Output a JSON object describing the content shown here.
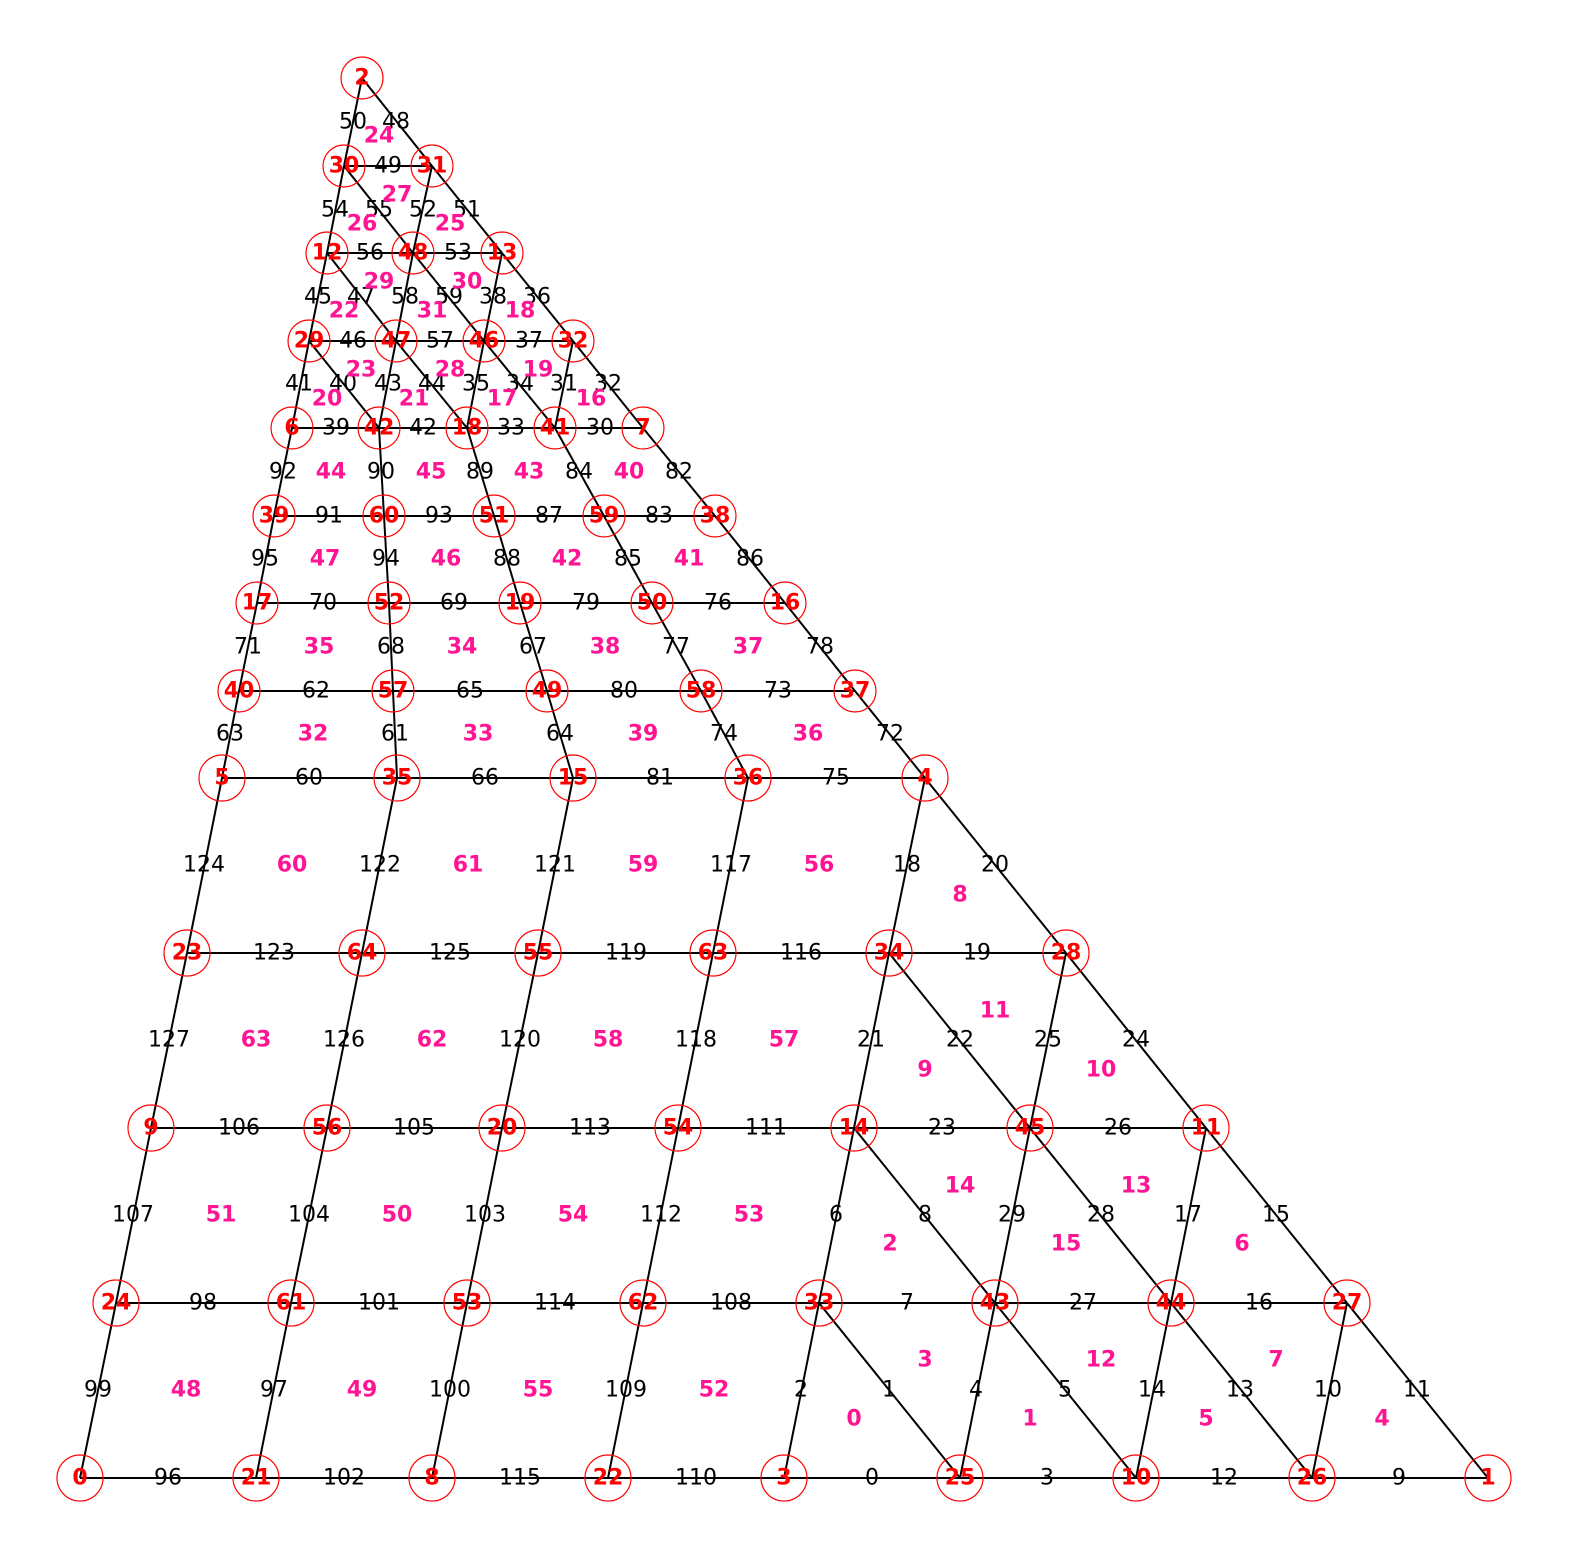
{
  "colors": {
    "background": "#ffffff",
    "edge": "#000000",
    "node": "#ff0000",
    "edge_label": "#000000",
    "cell_label": "#ff1493"
  },
  "nodes": [
    "0",
    "1",
    "2",
    "3",
    "4",
    "5",
    "6",
    "7",
    "8",
    "9",
    "10",
    "11",
    "12",
    "13",
    "14",
    "15",
    "16",
    "17",
    "18",
    "19",
    "20",
    "21",
    "22",
    "23",
    "24",
    "25",
    "26",
    "27",
    "28",
    "29",
    "30",
    "31",
    "32",
    "33",
    "34",
    "35",
    "36",
    "37",
    "38",
    "39",
    "40",
    "41",
    "42",
    "43",
    "44",
    "45",
    "46",
    "47",
    "48",
    "49",
    "50",
    "51",
    "52",
    "53",
    "54",
    "55",
    "56",
    "57",
    "58",
    "59",
    "60",
    "61",
    "62",
    "63",
    "64"
  ],
  "edges": [
    [
      "0",
      "21"
    ],
    [
      "21",
      "8"
    ],
    [
      "8",
      "22"
    ],
    [
      "22",
      "3"
    ],
    [
      "3",
      "25"
    ],
    [
      "25",
      "10"
    ],
    [
      "10",
      "26"
    ],
    [
      "26",
      "1"
    ],
    [
      "24",
      "61"
    ],
    [
      "61",
      "53"
    ],
    [
      "53",
      "62"
    ],
    [
      "62",
      "33"
    ],
    [
      "33",
      "43"
    ],
    [
      "43",
      "44"
    ],
    [
      "44",
      "27"
    ],
    [
      "9",
      "56"
    ],
    [
      "56",
      "20"
    ],
    [
      "20",
      "54"
    ],
    [
      "54",
      "14"
    ],
    [
      "14",
      "45"
    ],
    [
      "45",
      "11"
    ],
    [
      "23",
      "64"
    ],
    [
      "64",
      "55"
    ],
    [
      "55",
      "63"
    ],
    [
      "63",
      "34"
    ],
    [
      "34",
      "28"
    ],
    [
      "5",
      "35"
    ],
    [
      "35",
      "15"
    ],
    [
      "15",
      "36"
    ],
    [
      "36",
      "4"
    ],
    [
      "40",
      "57"
    ],
    [
      "57",
      "49"
    ],
    [
      "49",
      "58"
    ],
    [
      "58",
      "37"
    ],
    [
      "17",
      "52"
    ],
    [
      "52",
      "19"
    ],
    [
      "19",
      "50"
    ],
    [
      "50",
      "16"
    ],
    [
      "39",
      "60"
    ],
    [
      "60",
      "51"
    ],
    [
      "51",
      "59"
    ],
    [
      "59",
      "38"
    ],
    [
      "6",
      "42"
    ],
    [
      "42",
      "18"
    ],
    [
      "18",
      "41"
    ],
    [
      "41",
      "7"
    ],
    [
      "29",
      "47"
    ],
    [
      "47",
      "46"
    ],
    [
      "46",
      "32"
    ],
    [
      "12",
      "48"
    ],
    [
      "48",
      "13"
    ],
    [
      "30",
      "31"
    ],
    [
      "2",
      "30"
    ],
    [
      "30",
      "12"
    ],
    [
      "12",
      "29"
    ],
    [
      "29",
      "6"
    ],
    [
      "6",
      "39"
    ],
    [
      "39",
      "17"
    ],
    [
      "17",
      "40"
    ],
    [
      "40",
      "5"
    ],
    [
      "5",
      "23"
    ],
    [
      "23",
      "9"
    ],
    [
      "9",
      "24"
    ],
    [
      "24",
      "0"
    ],
    [
      "2",
      "31"
    ],
    [
      "31",
      "13"
    ],
    [
      "13",
      "32"
    ],
    [
      "32",
      "7"
    ],
    [
      "7",
      "38"
    ],
    [
      "38",
      "16"
    ],
    [
      "16",
      "37"
    ],
    [
      "37",
      "4"
    ],
    [
      "4",
      "28"
    ],
    [
      "28",
      "11"
    ],
    [
      "11",
      "27"
    ],
    [
      "27",
      "1"
    ],
    [
      "31",
      "48"
    ],
    [
      "48",
      "47"
    ],
    [
      "47",
      "42"
    ],
    [
      "42",
      "60"
    ],
    [
      "60",
      "52"
    ],
    [
      "52",
      "57"
    ],
    [
      "57",
      "35"
    ],
    [
      "35",
      "64"
    ],
    [
      "64",
      "56"
    ],
    [
      "56",
      "61"
    ],
    [
      "61",
      "21"
    ],
    [
      "13",
      "46"
    ],
    [
      "46",
      "18"
    ],
    [
      "18",
      "51"
    ],
    [
      "51",
      "19"
    ],
    [
      "19",
      "49"
    ],
    [
      "49",
      "15"
    ],
    [
      "15",
      "55"
    ],
    [
      "55",
      "20"
    ],
    [
      "20",
      "53"
    ],
    [
      "53",
      "8"
    ],
    [
      "32",
      "41"
    ],
    [
      "41",
      "59"
    ],
    [
      "59",
      "50"
    ],
    [
      "50",
      "58"
    ],
    [
      "58",
      "36"
    ],
    [
      "36",
      "63"
    ],
    [
      "63",
      "54"
    ],
    [
      "54",
      "62"
    ],
    [
      "62",
      "22"
    ],
    [
      "30",
      "48"
    ],
    [
      "48",
      "46"
    ],
    [
      "46",
      "41"
    ],
    [
      "12",
      "47"
    ],
    [
      "47",
      "18"
    ],
    [
      "29",
      "42"
    ],
    [
      "4",
      "34"
    ],
    [
      "34",
      "14"
    ],
    [
      "14",
      "33"
    ],
    [
      "33",
      "3"
    ],
    [
      "28",
      "45"
    ],
    [
      "45",
      "43"
    ],
    [
      "43",
      "25"
    ],
    [
      "11",
      "44"
    ],
    [
      "44",
      "10"
    ],
    [
      "27",
      "26"
    ],
    [
      "34",
      "45"
    ],
    [
      "45",
      "44"
    ],
    [
      "44",
      "26"
    ],
    [
      "14",
      "43"
    ],
    [
      "43",
      "10"
    ],
    [
      "33",
      "25"
    ]
  ],
  "edge_labels": [
    {
      "id": "a",
      "text": "0"
    },
    {
      "id": "b",
      "text": "1"
    },
    {
      "id": "c",
      "text": "2"
    },
    {
      "id": "d",
      "text": "3"
    },
    {
      "id": "e",
      "text": "4"
    },
    {
      "id": "f",
      "text": "5"
    },
    {
      "id": "g",
      "text": "6"
    },
    {
      "id": "h",
      "text": "7"
    },
    {
      "id": "i",
      "text": "8"
    },
    {
      "id": "j",
      "text": "9"
    },
    {
      "id": "k",
      "text": "10"
    },
    {
      "id": "l",
      "text": "11"
    },
    {
      "id": "m",
      "text": "12"
    },
    {
      "id": "n",
      "text": "13"
    },
    {
      "id": "o",
      "text": "14"
    },
    {
      "id": "p",
      "text": "15"
    },
    {
      "id": "q",
      "text": "16"
    },
    {
      "id": "r",
      "text": "17"
    },
    {
      "id": "s",
      "text": "18"
    },
    {
      "id": "t",
      "text": "19"
    },
    {
      "id": "u",
      "text": "20"
    },
    {
      "id": "v",
      "text": "21"
    },
    {
      "id": "w",
      "text": "22"
    },
    {
      "id": "x",
      "text": "23"
    },
    {
      "id": "y",
      "text": "24"
    },
    {
      "id": "z",
      "text": "25"
    },
    {
      "id": "aa",
      "text": "26"
    },
    {
      "id": "ab",
      "text": "27"
    },
    {
      "id": "ac",
      "text": "28"
    },
    {
      "id": "ad",
      "text": "29"
    },
    {
      "id": "ae",
      "text": "30"
    },
    {
      "id": "af",
      "text": "31"
    },
    {
      "id": "ag",
      "text": "32"
    },
    {
      "id": "ah",
      "text": "33"
    },
    {
      "id": "ai",
      "text": "34"
    },
    {
      "id": "aj",
      "text": "35"
    },
    {
      "id": "ak",
      "text": "36"
    },
    {
      "id": "al",
      "text": "37"
    },
    {
      "id": "am",
      "text": "38"
    },
    {
      "id": "an",
      "text": "39"
    },
    {
      "id": "ao",
      "text": "40"
    },
    {
      "id": "ap",
      "text": "41"
    },
    {
      "id": "aq",
      "text": "42"
    },
    {
      "id": "ar",
      "text": "43"
    },
    {
      "id": "as",
      "text": "44"
    },
    {
      "id": "at",
      "text": "45"
    },
    {
      "id": "au",
      "text": "46"
    },
    {
      "id": "av",
      "text": "47"
    },
    {
      "id": "aw",
      "text": "48"
    },
    {
      "id": "ax",
      "text": "49"
    },
    {
      "id": "ay",
      "text": "50"
    },
    {
      "id": "az",
      "text": "51"
    },
    {
      "id": "ba",
      "text": "52"
    },
    {
      "id": "bb",
      "text": "53"
    },
    {
      "id": "bc",
      "text": "54"
    },
    {
      "id": "bd",
      "text": "55"
    },
    {
      "id": "be",
      "text": "56"
    },
    {
      "id": "bf",
      "text": "57"
    },
    {
      "id": "bg",
      "text": "58"
    },
    {
      "id": "bh",
      "text": "59"
    },
    {
      "id": "bi",
      "text": "60"
    },
    {
      "id": "bj",
      "text": "61"
    },
    {
      "id": "bk",
      "text": "62"
    },
    {
      "id": "bl",
      "text": "63"
    },
    {
      "id": "bm",
      "text": "64"
    },
    {
      "id": "bn",
      "text": "65"
    },
    {
      "id": "bo",
      "text": "66"
    },
    {
      "id": "bp",
      "text": "67"
    },
    {
      "id": "bq",
      "text": "68"
    },
    {
      "id": "br",
      "text": "69"
    },
    {
      "id": "bs",
      "text": "70"
    },
    {
      "id": "bt",
      "text": "71"
    },
    {
      "id": "bu",
      "text": "72"
    },
    {
      "id": "bv",
      "text": "73"
    },
    {
      "id": "bw",
      "text": "74"
    },
    {
      "id": "bx",
      "text": "75"
    },
    {
      "id": "by",
      "text": "76"
    },
    {
      "id": "bz",
      "text": "77"
    },
    {
      "id": "ca",
      "text": "78"
    },
    {
      "id": "cb",
      "text": "79"
    },
    {
      "id": "cc",
      "text": "80"
    },
    {
      "id": "cd",
      "text": "81"
    },
    {
      "id": "ce",
      "text": "82"
    },
    {
      "id": "cf",
      "text": "83"
    },
    {
      "id": "cg",
      "text": "84"
    },
    {
      "id": "ch",
      "text": "85"
    },
    {
      "id": "ci",
      "text": "86"
    },
    {
      "id": "cj",
      "text": "87"
    },
    {
      "id": "ck",
      "text": "88"
    },
    {
      "id": "cl",
      "text": "89"
    },
    {
      "id": "cm",
      "text": "90"
    },
    {
      "id": "cn",
      "text": "91"
    },
    {
      "id": "co",
      "text": "92"
    },
    {
      "id": "cp",
      "text": "93"
    },
    {
      "id": "cq",
      "text": "94"
    },
    {
      "id": "cr",
      "text": "95"
    },
    {
      "id": "cs",
      "text": "96"
    },
    {
      "id": "ct",
      "text": "97"
    },
    {
      "id": "cu",
      "text": "98"
    },
    {
      "id": "cv",
      "text": "99"
    },
    {
      "id": "cw",
      "text": "100"
    },
    {
      "id": "cx",
      "text": "101"
    },
    {
      "id": "cy",
      "text": "102"
    },
    {
      "id": "cz",
      "text": "103"
    },
    {
      "id": "da",
      "text": "104"
    },
    {
      "id": "db",
      "text": "105"
    },
    {
      "id": "dc",
      "text": "106"
    },
    {
      "id": "dd",
      "text": "107"
    },
    {
      "id": "de",
      "text": "108"
    },
    {
      "id": "df",
      "text": "109"
    },
    {
      "id": "dg",
      "text": "110"
    },
    {
      "id": "dh",
      "text": "111"
    },
    {
      "id": "di",
      "text": "112"
    },
    {
      "id": "dj",
      "text": "113"
    },
    {
      "id": "dk",
      "text": "114"
    },
    {
      "id": "dl",
      "text": "115"
    },
    {
      "id": "dm",
      "text": "116"
    },
    {
      "id": "dn",
      "text": "117"
    },
    {
      "id": "do",
      "text": "118"
    },
    {
      "id": "dp",
      "text": "119"
    },
    {
      "id": "dq",
      "text": "120"
    },
    {
      "id": "dr",
      "text": "121"
    },
    {
      "id": "ds",
      "text": "122"
    },
    {
      "id": "dt",
      "text": "123"
    },
    {
      "id": "du",
      "text": "124"
    },
    {
      "id": "dv",
      "text": "125"
    },
    {
      "id": "dw",
      "text": "126"
    },
    {
      "id": "dx",
      "text": "127"
    }
  ],
  "cell_labels": [
    "0",
    "1",
    "2",
    "3",
    "4",
    "5",
    "6",
    "7",
    "8",
    "9",
    "10",
    "11",
    "12",
    "13",
    "14",
    "15",
    "16",
    "17",
    "18",
    "19",
    "20",
    "21",
    "22",
    "23",
    "24",
    "25",
    "26",
    "27",
    "28",
    "29",
    "30",
    "31",
    "32",
    "33",
    "34",
    "35",
    "36",
    "37",
    "38",
    "39",
    "40",
    "41",
    "42",
    "43",
    "44",
    "45",
    "46",
    "47",
    "48",
    "49",
    "50",
    "51",
    "52",
    "53",
    "54",
    "55",
    "56",
    "57",
    "58",
    "59",
    "60",
    "61",
    "62",
    "63"
  ]
}
